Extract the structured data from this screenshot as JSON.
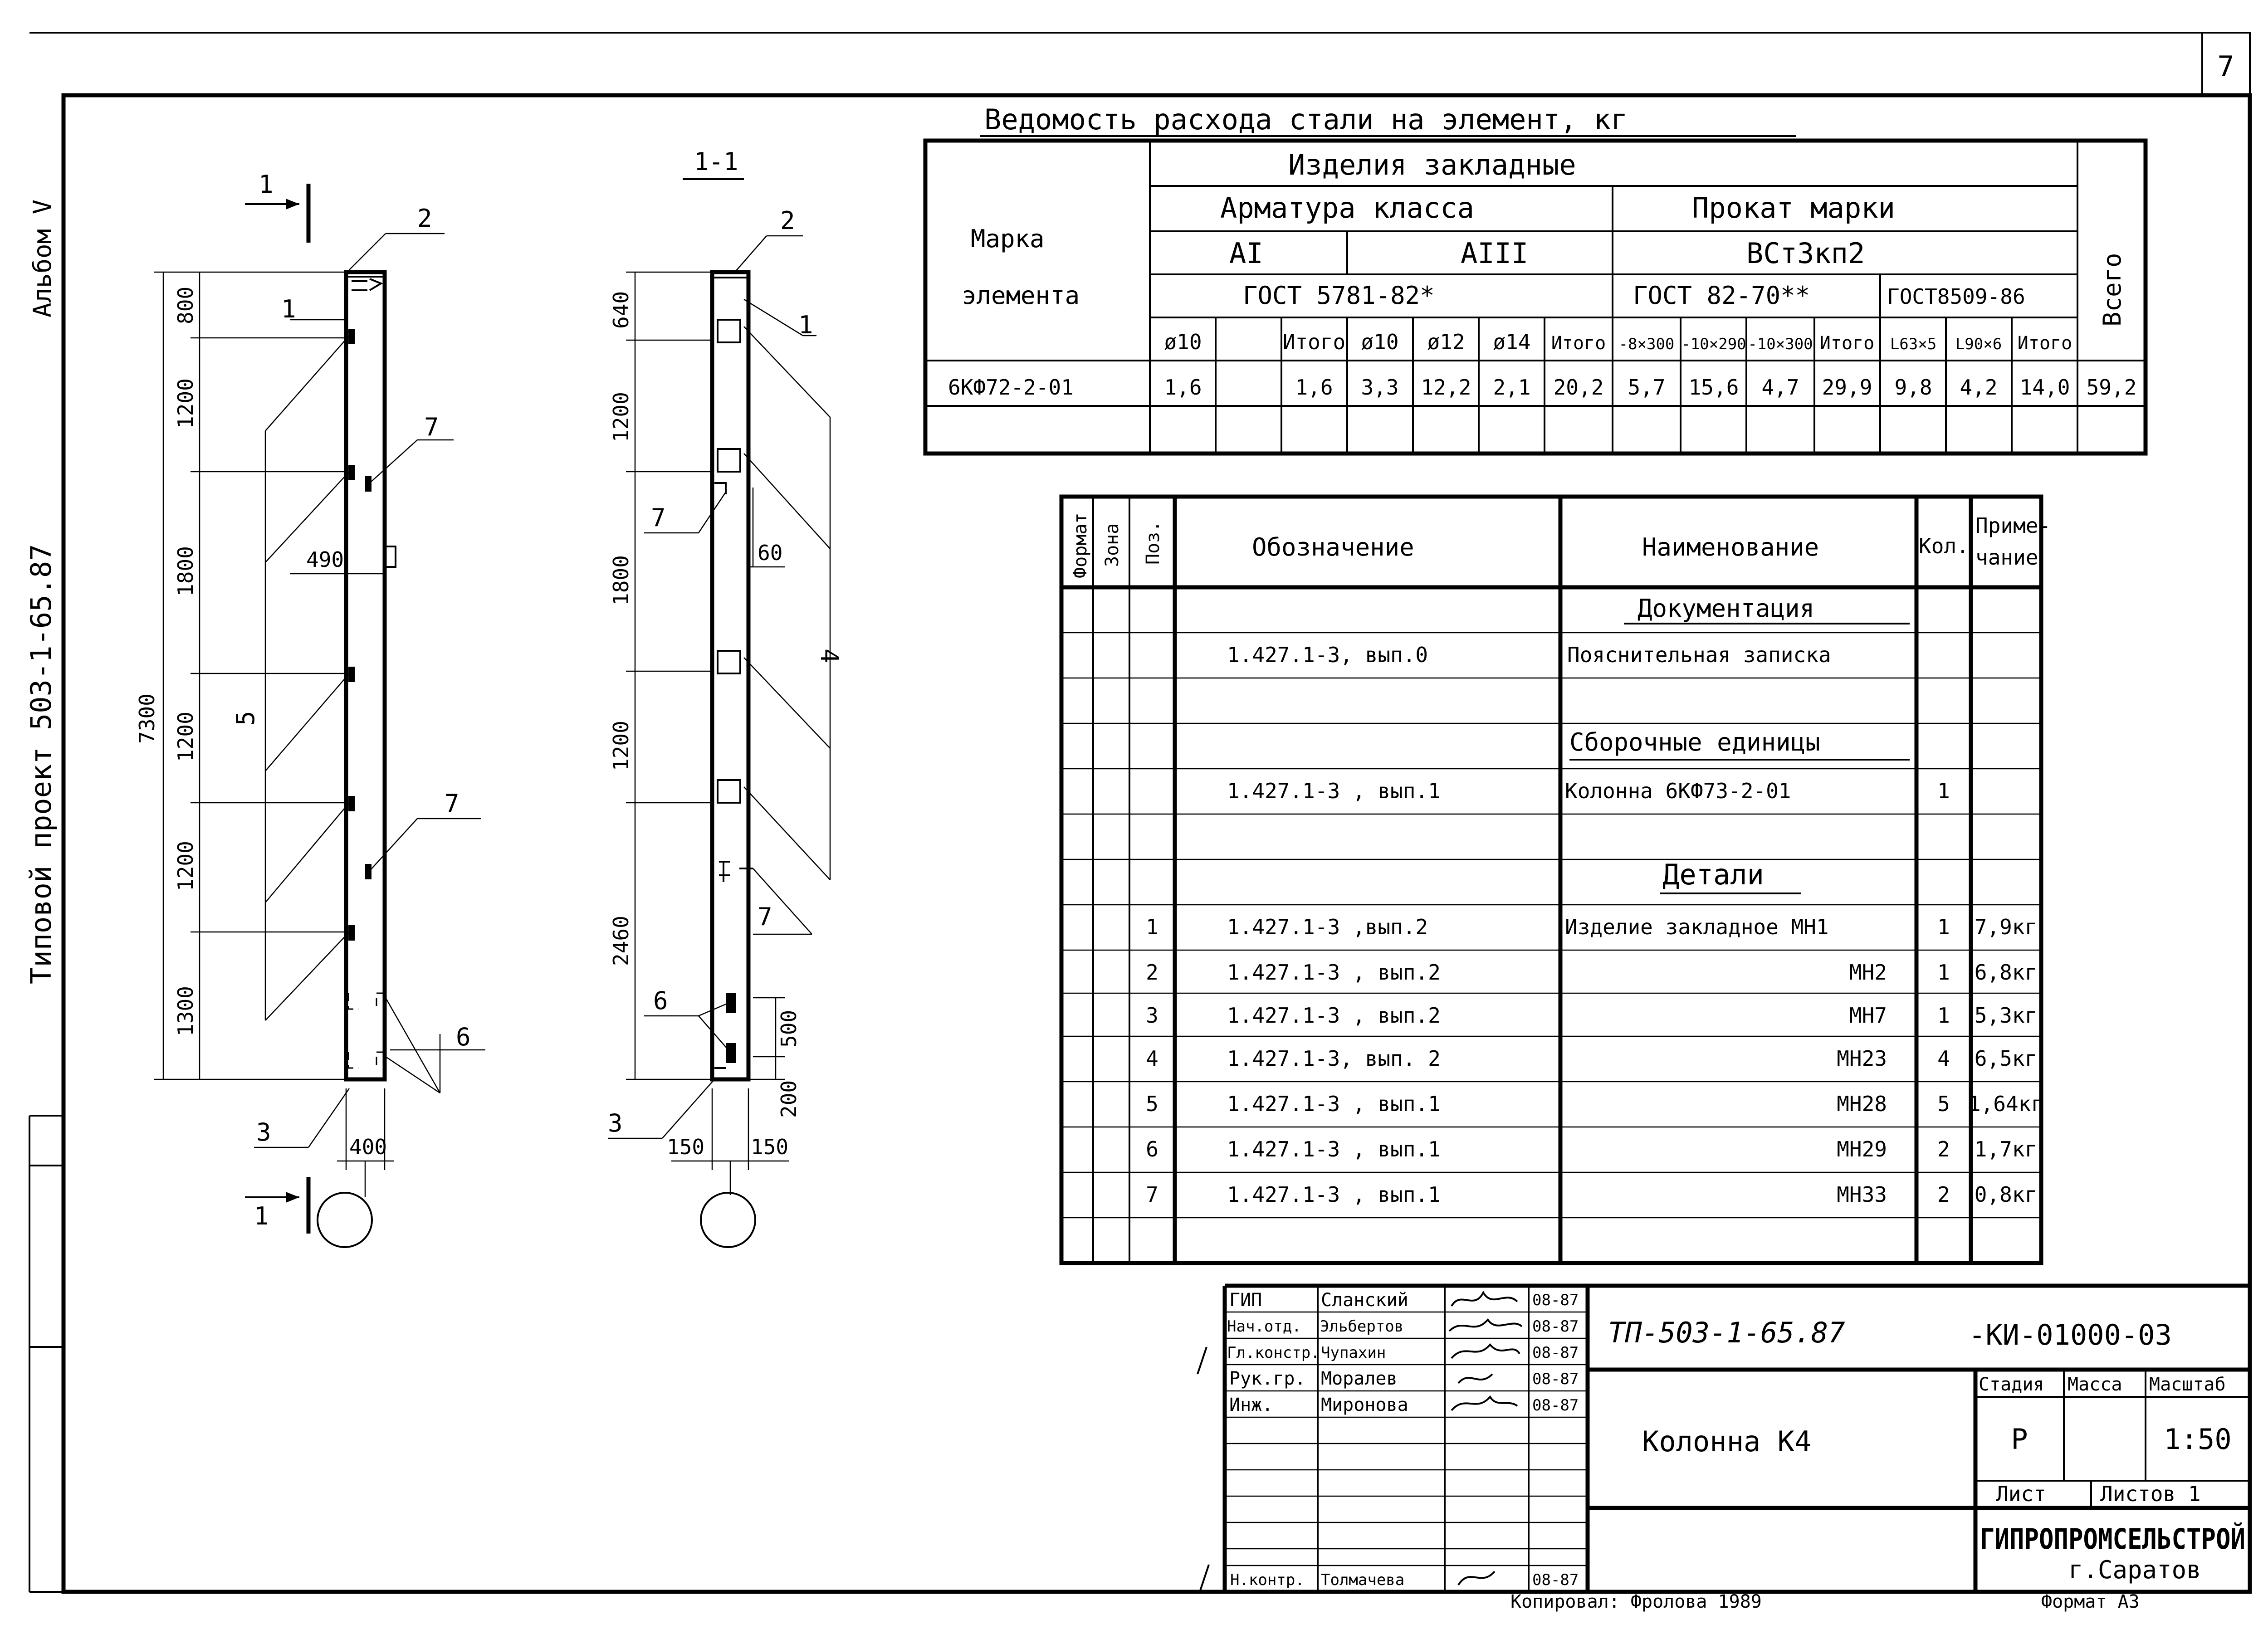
{
  "sheet": {
    "number": "7",
    "side_album": "Альбом V",
    "side_project": "Типовой проект 503-1-65.87"
  },
  "steel_table": {
    "title": "Ведомость расхода стали на элемент, кг",
    "col_mark": [
      "Марка",
      "элемента"
    ],
    "group": "Изделия закладные",
    "armatura": "Арматура класса",
    "prokat": "Прокат марки",
    "class_a1": "АI",
    "class_a3": "АIII",
    "steel_grade": "ВСт3кп2",
    "gost_arm": "ГОСТ 5781-82*",
    "gost_82": "ГОСТ 82-70**",
    "gost_8509": "ГОСТ8509-86",
    "total": "Всего",
    "headers": [
      "ø10",
      "",
      "Итого",
      "ø10",
      "ø12",
      "ø14",
      "Итого",
      "-8×300",
      "-10×290",
      "-10×300",
      "Итого",
      "L63×5",
      "L90×6",
      "Итого"
    ],
    "row": {
      "mark": "6КФ72-2-01",
      "values": [
        "1,6",
        "",
        "1,6",
        "3,3",
        "12,2",
        "2,1",
        "20,2",
        "5,7",
        "15,6",
        "4,7",
        "29,9",
        "9,8",
        "4,2",
        "14,0",
        "59,2"
      ]
    }
  },
  "spec_table": {
    "headers": {
      "format": "Формат",
      "zone": "Зона",
      "pos": "Поз.",
      "designation": "Обозначение",
      "name": "Наименование",
      "qty": "Кол.",
      "note1": "Приме-",
      "note2": "чание"
    },
    "section_docs": "Документация",
    "doc_row": {
      "designation": "1.427.1-3, вып.0",
      "name": "Пояснительная записка"
    },
    "section_units": "Сборочные единицы",
    "unit_row": {
      "designation": "1.427.1-3 , вып.1",
      "name": "Колонна 6КФ73-2-01",
      "qty": "1"
    },
    "section_details": "Детали",
    "details": [
      {
        "pos": "1",
        "designation": "1.427.1-3 ,вып.2",
        "name": "Изделие закладное  МН1",
        "qty": "1",
        "note": "7,9кг"
      },
      {
        "pos": "2",
        "designation": "1.427.1-3 , вып.2",
        "name": "МН2",
        "qty": "1",
        "note": "6,8кг"
      },
      {
        "pos": "3",
        "designation": "1.427.1-3 , вып.2",
        "name": "МН7",
        "qty": "1",
        "note": "5,3кг"
      },
      {
        "pos": "4",
        "designation": "1.427.1-3, вып. 2",
        "name": "МН23",
        "qty": "4",
        "note": "6,5кг"
      },
      {
        "pos": "5",
        "designation": "1.427.1-3 , вып.1",
        "name": "МН28",
        "qty": "5",
        "note": "1,64кг"
      },
      {
        "pos": "6",
        "designation": "1.427.1-3 , вып.1",
        "name": "МН29",
        "qty": "2",
        "note": "1,7кг"
      },
      {
        "pos": "7",
        "designation": "1.427.1-3 , вып.1",
        "name": "МН33",
        "qty": "2",
        "note": "0,8кг"
      }
    ]
  },
  "title_block": {
    "signatures": [
      {
        "role": "ГИП",
        "name": "Сланский",
        "date": "08-87"
      },
      {
        "role": "Нач.отд.",
        "name": "Эльбертов",
        "date": "08-87"
      },
      {
        "role": "Гл.констр.",
        "name": "Чупахин",
        "date": "08-87"
      },
      {
        "role": "Рук.гр.",
        "name": "Моралев",
        "date": "08-87"
      },
      {
        "role": "Инж.",
        "name": "Миронова",
        "date": "08-87"
      }
    ],
    "n_control": {
      "role": "Н.контр.",
      "name": "Толмачева",
      "date": "08-87"
    },
    "project_code": "ТП-503-1-65.87",
    "doc_code": "-КИ-01000-03",
    "doc_title": "Колонна К4",
    "stage_label": "Стадия",
    "mass_label": "Масса",
    "scale_label": "Масштаб",
    "stage": "Р",
    "scale": "1:50",
    "sheet_label": "Лист",
    "sheets_label": "Листов 1",
    "org": "ГИПРОПРОМСЕЛЬСТРОЙ",
    "city": "г.Саратов",
    "copied": "Копировал: Фролова 1989",
    "format": "Формат А3"
  },
  "drawing": {
    "view_label": "1-1",
    "section_mark": "1",
    "dims_left": [
      "800",
      "1200",
      "1800",
      "1200",
      "1200",
      "1300"
    ],
    "dim_total": "7300",
    "dim_490": "490",
    "dim_400": "400",
    "dims_right": [
      "640",
      "1200",
      "1800",
      "1200",
      "2460"
    ],
    "dim_60": "60",
    "dim_500": "500",
    "dim_200": "200",
    "dim_150a": "150",
    "dim_150b": "150",
    "pos_labels_left": [
      "2",
      "1",
      "7",
      "5",
      "7",
      "6",
      "3"
    ],
    "pos_labels_right": [
      "2",
      "1",
      "7",
      "4",
      "7",
      "6",
      "3"
    ]
  }
}
